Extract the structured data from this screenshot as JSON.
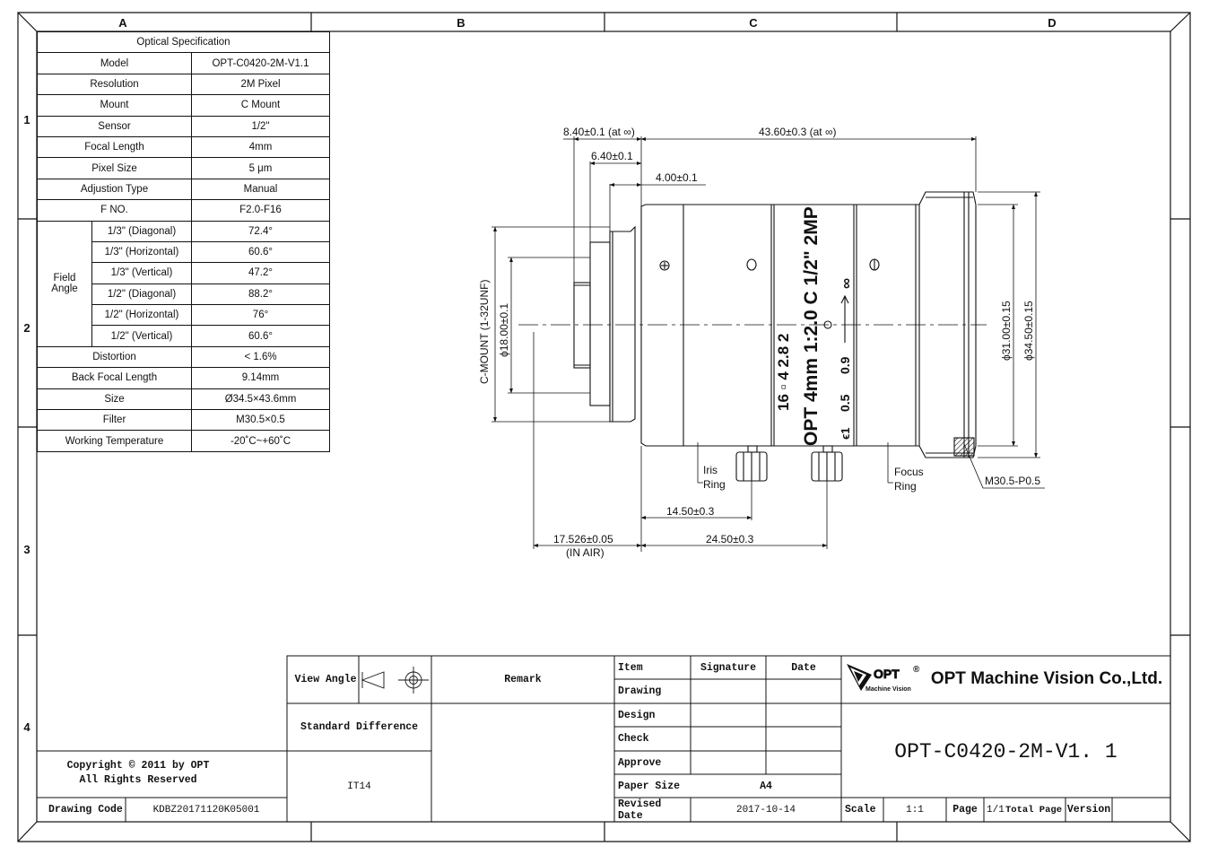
{
  "frame": {
    "columns": [
      "A",
      "B",
      "C",
      "D"
    ],
    "rows": [
      "1",
      "2",
      "3",
      "4"
    ]
  },
  "spec_table": {
    "title": "Optical Specification",
    "rows_top": [
      {
        "label": "Model",
        "value": "OPT-C0420-2M-V1.1"
      },
      {
        "label": "Resolution",
        "value": "2M Pixel"
      },
      {
        "label": "Mount",
        "value": "C Mount"
      },
      {
        "label": "Sensor",
        "value": "1/2\""
      },
      {
        "label": "Focal Length",
        "value": "4mm"
      },
      {
        "label": "Pixel Size",
        "value": "5 μm"
      },
      {
        "label": "Adjustion Type",
        "value": "Manual"
      },
      {
        "label": "F NO.",
        "value": "F2.0-F16"
      }
    ],
    "field_angle_label": "Field Angle",
    "field_angle_rows": [
      {
        "label": "1/3\"  (Diagonal)",
        "value": "72.4°"
      },
      {
        "label": "1/3\"  (Horizontal)",
        "value": "60.6°"
      },
      {
        "label": "1/3\"   (Vertical)",
        "value": "47.2°"
      },
      {
        "label": "1/2\"  (Diagonal)",
        "value": "88.2°"
      },
      {
        "label": "1/2\"  (Horizontal)",
        "value": "76°"
      },
      {
        "label": "1/2\"   (Vertical)",
        "value": "60.6°"
      }
    ],
    "rows_bottom": [
      {
        "label": "Distortion",
        "value": "< 1.6%"
      },
      {
        "label": "Back Focal Length",
        "value": "9.14mm"
      },
      {
        "label": "Size",
        "value": "Ø34.5×43.6mm"
      },
      {
        "label": "Filter",
        "value": "M30.5×0.5"
      },
      {
        "label": "Working Temperature",
        "value": "-20˚C~+60˚C"
      }
    ]
  },
  "drawing": {
    "dim_total_back": "8.40±0.1 (at ∞)",
    "dim_total_body": "43.60±0.3  (at ∞)",
    "dim_mid": "6.40±0.1",
    "dim_flange": "4.00±0.1",
    "dim_mount_diam": "ϕ18.00±0.1",
    "mount_label": "C-MOUNT (1-32UNF)",
    "dim_d31": "ϕ31.00±0.15",
    "dim_d345": "ϕ34.50±0.15",
    "iris_label_1": "Iris",
    "iris_label_2": "Ring",
    "focus_label_1": "Focus",
    "focus_label_2": "Ring",
    "filter_thread": "M30.5-P0.5",
    "dim_iris": "14.50±0.3",
    "dim_focus": "24.50±0.3",
    "dim_bfl": "17.526±0.05",
    "dim_bfl_note": "(IN AIR)",
    "barrel_text_main": "OPT 4mm 1:2.0  C 1/2\" 2MP",
    "barrel_text_f": "16 ▫ 4 2.8  2",
    "barrel_focus_marks": [
      "ϵ1",
      "0.5",
      "0.9"
    ],
    "barrel_infinity": "∞"
  },
  "title_block": {
    "view_angle_label": "View Angle",
    "remark_label": "Remark",
    "standard_difference_label": "Standard Difference",
    "standard_difference_value": "IT14",
    "copyright_line1": "Copyright © 2011 by OPT",
    "copyright_line2": "All Rights Reserved",
    "drawing_code_label": "Drawing Code",
    "drawing_code_value": "KDBZ20171120K05001",
    "sign_headers": [
      "Item",
      "Signature",
      "Date"
    ],
    "sign_rows": [
      "Drawing",
      "Design",
      "Check",
      "Approve"
    ],
    "paper_size_label": "Paper Size",
    "paper_size_value": "A4",
    "revised_date_label": "Revised Date",
    "revised_date_value": "2017-10-14",
    "logo_brand": "OPT",
    "logo_sub": "Machine Vision",
    "company_name": "OPT Machine Vision Co.,Ltd.",
    "part_number": "OPT-C0420-2M-V1. 1",
    "scale_label": "Scale",
    "scale_value": "1:1",
    "page_label": "Page",
    "page_value": "1/1",
    "total_page_label": "Total Page",
    "version_label": "Version"
  }
}
